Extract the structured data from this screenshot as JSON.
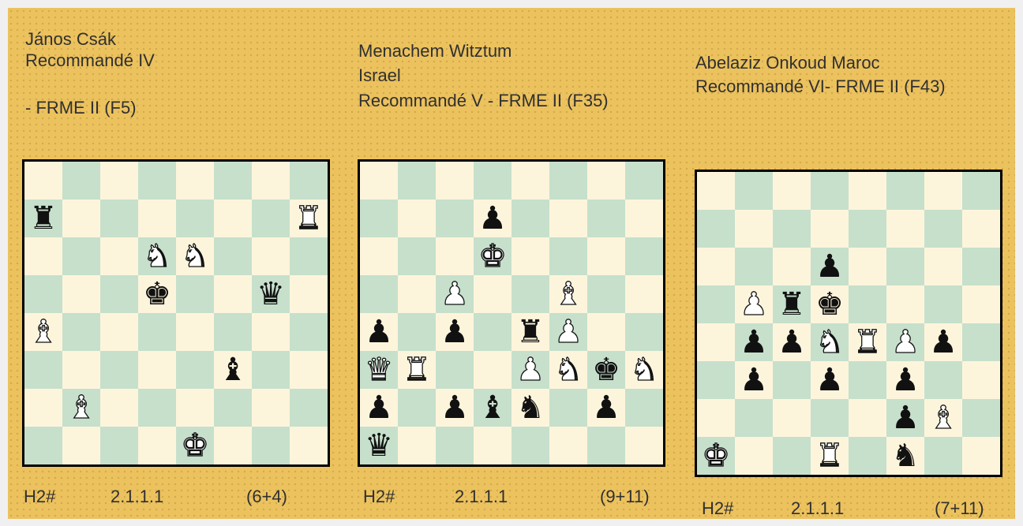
{
  "colors": {
    "background": "#ecc25e",
    "light_square": "#fdf5db",
    "dark_square": "#c6e0cc",
    "text": "#303030"
  },
  "problems": [
    {
      "heading": [
        "János Csák",
        "Recommandé IV",
        "",
        " - FRME II  (F5)"
      ],
      "stipulation": "H2#",
      "solution_count": "2.1.1.1",
      "piece_count": "(6+4)",
      "pieces": [
        {
          "square": "a7",
          "color": "black",
          "type": "rook",
          "icon": "black-rook-icon"
        },
        {
          "square": "h7",
          "color": "white",
          "type": "rook",
          "icon": "white-rook-icon"
        },
        {
          "square": "d6",
          "color": "white",
          "type": "knight",
          "icon": "white-knight-icon"
        },
        {
          "square": "e6",
          "color": "white",
          "type": "knight",
          "icon": "white-knight-icon"
        },
        {
          "square": "d5",
          "color": "black",
          "type": "king",
          "icon": "black-king-icon"
        },
        {
          "square": "g5",
          "color": "black",
          "type": "queen",
          "icon": "black-queen-icon"
        },
        {
          "square": "a4",
          "color": "white",
          "type": "bishop",
          "icon": "white-bishop-icon"
        },
        {
          "square": "f3",
          "color": "black",
          "type": "bishop",
          "icon": "black-bishop-icon"
        },
        {
          "square": "b2",
          "color": "white",
          "type": "bishop",
          "icon": "white-bishop-icon"
        },
        {
          "square": "e1",
          "color": "white",
          "type": "king",
          "icon": "white-king-icon"
        }
      ]
    },
    {
      "heading": [
        "Menachem Witztum",
        "Israel",
        "Recommandé V - FRME II  (F35)"
      ],
      "stipulation": "H2#",
      "solution_count": "2.1.1.1",
      "piece_count": "(9+11)",
      "pieces": [
        {
          "square": "d7",
          "color": "black",
          "type": "pawn",
          "icon": "black-pawn-icon"
        },
        {
          "square": "d6",
          "color": "white",
          "type": "king",
          "icon": "white-king-icon"
        },
        {
          "square": "c5",
          "color": "white",
          "type": "pawn",
          "icon": "white-pawn-icon"
        },
        {
          "square": "f5",
          "color": "white",
          "type": "bishop",
          "icon": "white-bishop-icon"
        },
        {
          "square": "a4",
          "color": "black",
          "type": "pawn",
          "icon": "black-pawn-icon"
        },
        {
          "square": "c4",
          "color": "black",
          "type": "pawn",
          "icon": "black-pawn-icon"
        },
        {
          "square": "e4",
          "color": "black",
          "type": "rook",
          "icon": "black-rook-icon"
        },
        {
          "square": "f4",
          "color": "white",
          "type": "pawn",
          "icon": "white-pawn-icon"
        },
        {
          "square": "a3",
          "color": "white",
          "type": "queen",
          "icon": "white-queen-icon"
        },
        {
          "square": "b3",
          "color": "white",
          "type": "rook",
          "icon": "white-rook-icon"
        },
        {
          "square": "e3",
          "color": "white",
          "type": "pawn",
          "icon": "white-pawn-icon"
        },
        {
          "square": "f3",
          "color": "white",
          "type": "knight",
          "icon": "white-knight-icon"
        },
        {
          "square": "g3",
          "color": "black",
          "type": "king",
          "icon": "black-king-icon"
        },
        {
          "square": "h3",
          "color": "white",
          "type": "knight",
          "icon": "white-knight-icon"
        },
        {
          "square": "a2",
          "color": "black",
          "type": "pawn",
          "icon": "black-pawn-icon"
        },
        {
          "square": "c2",
          "color": "black",
          "type": "pawn",
          "icon": "black-pawn-icon"
        },
        {
          "square": "d2",
          "color": "black",
          "type": "bishop",
          "icon": "black-bishop-icon"
        },
        {
          "square": "e2",
          "color": "black",
          "type": "knight",
          "icon": "black-knight-icon"
        },
        {
          "square": "g2",
          "color": "black",
          "type": "pawn",
          "icon": "black-pawn-icon"
        },
        {
          "square": "a1",
          "color": "black",
          "type": "queen",
          "icon": "black-queen-icon"
        }
      ]
    },
    {
      "heading": [
        "Abelaziz Onkoud   Maroc",
        "Recommandé VI- FRME II (F43)"
      ],
      "stipulation": "H2#",
      "solution_count": "2.1.1.1",
      "piece_count": "(7+11)",
      "pieces": [
        {
          "square": "d6",
          "color": "black",
          "type": "pawn",
          "icon": "black-pawn-icon"
        },
        {
          "square": "b5",
          "color": "white",
          "type": "pawn",
          "icon": "white-pawn-icon"
        },
        {
          "square": "c5",
          "color": "black",
          "type": "rook",
          "icon": "black-rook-icon"
        },
        {
          "square": "d5",
          "color": "black",
          "type": "king",
          "icon": "black-king-icon"
        },
        {
          "square": "b4",
          "color": "black",
          "type": "pawn",
          "icon": "black-pawn-icon"
        },
        {
          "square": "c4",
          "color": "black",
          "type": "pawn",
          "icon": "black-pawn-icon"
        },
        {
          "square": "d4",
          "color": "white",
          "type": "knight",
          "icon": "white-knight-icon"
        },
        {
          "square": "e4",
          "color": "white",
          "type": "rook",
          "icon": "white-rook-icon"
        },
        {
          "square": "f4",
          "color": "white",
          "type": "pawn",
          "icon": "white-pawn-icon"
        },
        {
          "square": "g4",
          "color": "black",
          "type": "pawn",
          "icon": "black-pawn-icon"
        },
        {
          "square": "b3",
          "color": "black",
          "type": "pawn",
          "icon": "black-pawn-icon"
        },
        {
          "square": "d3",
          "color": "black",
          "type": "pawn",
          "icon": "black-pawn-icon"
        },
        {
          "square": "f3",
          "color": "black",
          "type": "pawn",
          "icon": "black-pawn-icon"
        },
        {
          "square": "f2",
          "color": "black",
          "type": "pawn",
          "icon": "black-pawn-icon"
        },
        {
          "square": "g2",
          "color": "white",
          "type": "bishop",
          "icon": "white-bishop-icon"
        },
        {
          "square": "a1",
          "color": "white",
          "type": "king",
          "icon": "white-king-icon"
        },
        {
          "square": "d1",
          "color": "white",
          "type": "rook",
          "icon": "white-rook-icon"
        },
        {
          "square": "f1",
          "color": "black",
          "type": "knight",
          "icon": "black-knight-icon"
        }
      ]
    }
  ]
}
